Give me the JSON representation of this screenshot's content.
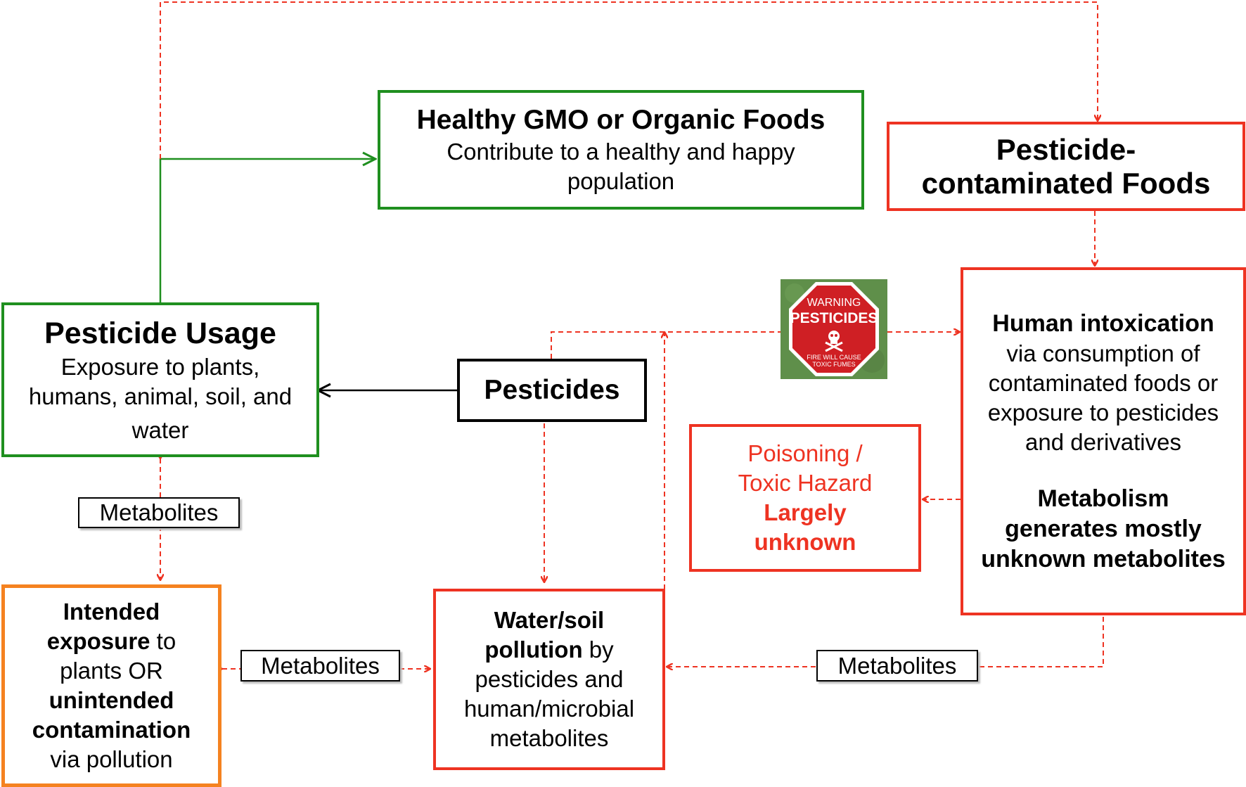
{
  "healthy_foods": {
    "title": "Healthy GMO or Organic Foods",
    "line1": "Contribute to a healthy and happy",
    "line2": "population"
  },
  "contaminated_foods": {
    "line1": "Pesticide-",
    "line2": "contaminated Foods"
  },
  "pesticide_usage": {
    "title": "Pesticide Usage",
    "line1": "Exposure to plants,",
    "line2": "humans, animal, soil, and",
    "line3": "water"
  },
  "pesticides": {
    "label": "Pesticides"
  },
  "warning_sign": {
    "top": "WARNING",
    "main": "PESTICIDES",
    "bottom1": "FIRE WILL CAUSE",
    "bottom2": "TOXIC FUMES"
  },
  "human_intoxication": {
    "title": "Human intoxication",
    "line1": "via consumption of",
    "line2": "contaminated foods or",
    "line3": "exposure to pesticides",
    "line4": "and derivatives",
    "meta1": "Metabolism",
    "meta2": "generates mostly",
    "meta3": "unknown metabolites"
  },
  "poisoning": {
    "line1": "Poisoning /",
    "line2": "Toxic Hazard",
    "line3": "Largely",
    "line4": "unknown"
  },
  "intended_exposure": {
    "l1": "Intended",
    "l2_bold": "exposure",
    "l2_rest": " to",
    "l3": "plants OR",
    "l4": "unintended",
    "l5": "contamination",
    "l6": "via pollution"
  },
  "water_soil": {
    "l1": "Water/soil",
    "l2_bold": "pollution",
    "l2_rest": " by",
    "l3": "pesticides and",
    "l4": "human/microbial",
    "l5": "metabolites"
  },
  "metabolite_labels": [
    "Metabolites",
    "Metabolites",
    "Metabolites"
  ],
  "colors": {
    "green": "#1f8f1f",
    "red": "#ee3322",
    "orange": "#f58220",
    "black": "#000000"
  }
}
